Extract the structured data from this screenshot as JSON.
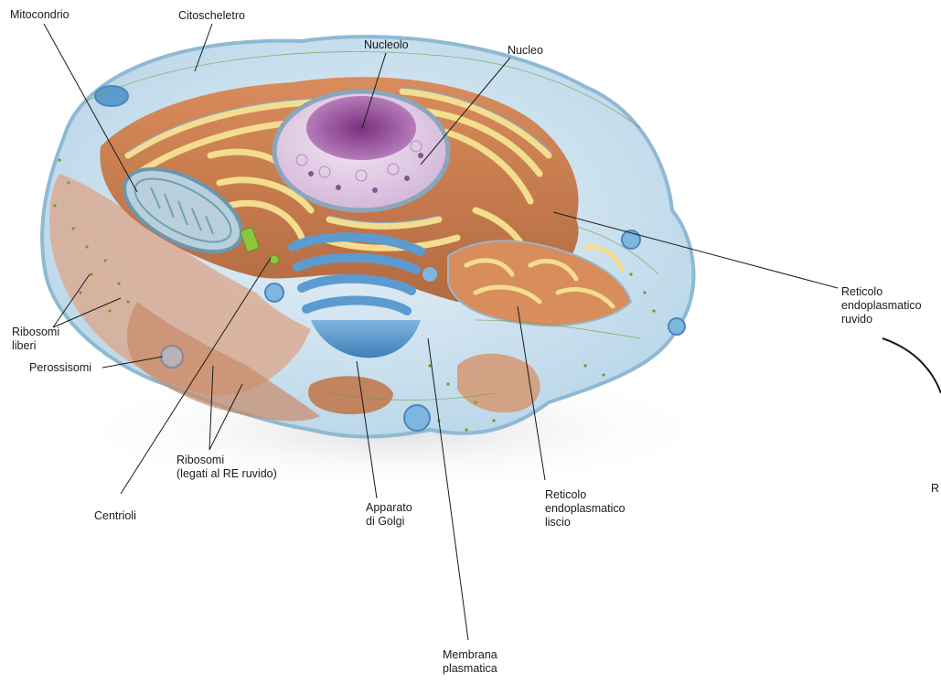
{
  "labels": {
    "mitocondrio": "Mitocondrio",
    "citoscheletro": "Citoscheletro",
    "nucleolo": "Nucleolo",
    "nucleo": "Nucleo",
    "rer_line1": "Reticolo",
    "rer_line2": "endoplasmatico",
    "rer_line3": "ruvido",
    "ribosomi_liberi_line1": "Ribosomi",
    "ribosomi_liberi_line2": "liberi",
    "perossisomi": "Perossisomi",
    "ribosomi_legati_line1": "Ribosomi",
    "ribosomi_legati_line2": "(legati al RE ruvido)",
    "centrioli": "Centrioli",
    "golgi_line1": "Apparato",
    "golgi_line2": "di Golgi",
    "rel_line1": "Reticolo",
    "rel_line2": "endoplasmatico",
    "rel_line3": "liscio",
    "membrana_line1": "Membrana",
    "membrana_line2": "plasmatica",
    "edge_partial": "R"
  },
  "colors": {
    "cytoplasm": "#cfe3ef",
    "membrane": "#8fb9d3",
    "er_brown": "#c97b4e",
    "er_yellow": "#f3dd8f",
    "nucleus": "#e6d2ea",
    "nucleolus": "#9a4f9a",
    "golgi_blue": "#5b9bd0",
    "mitochondrion": "#6fa0b8"
  }
}
